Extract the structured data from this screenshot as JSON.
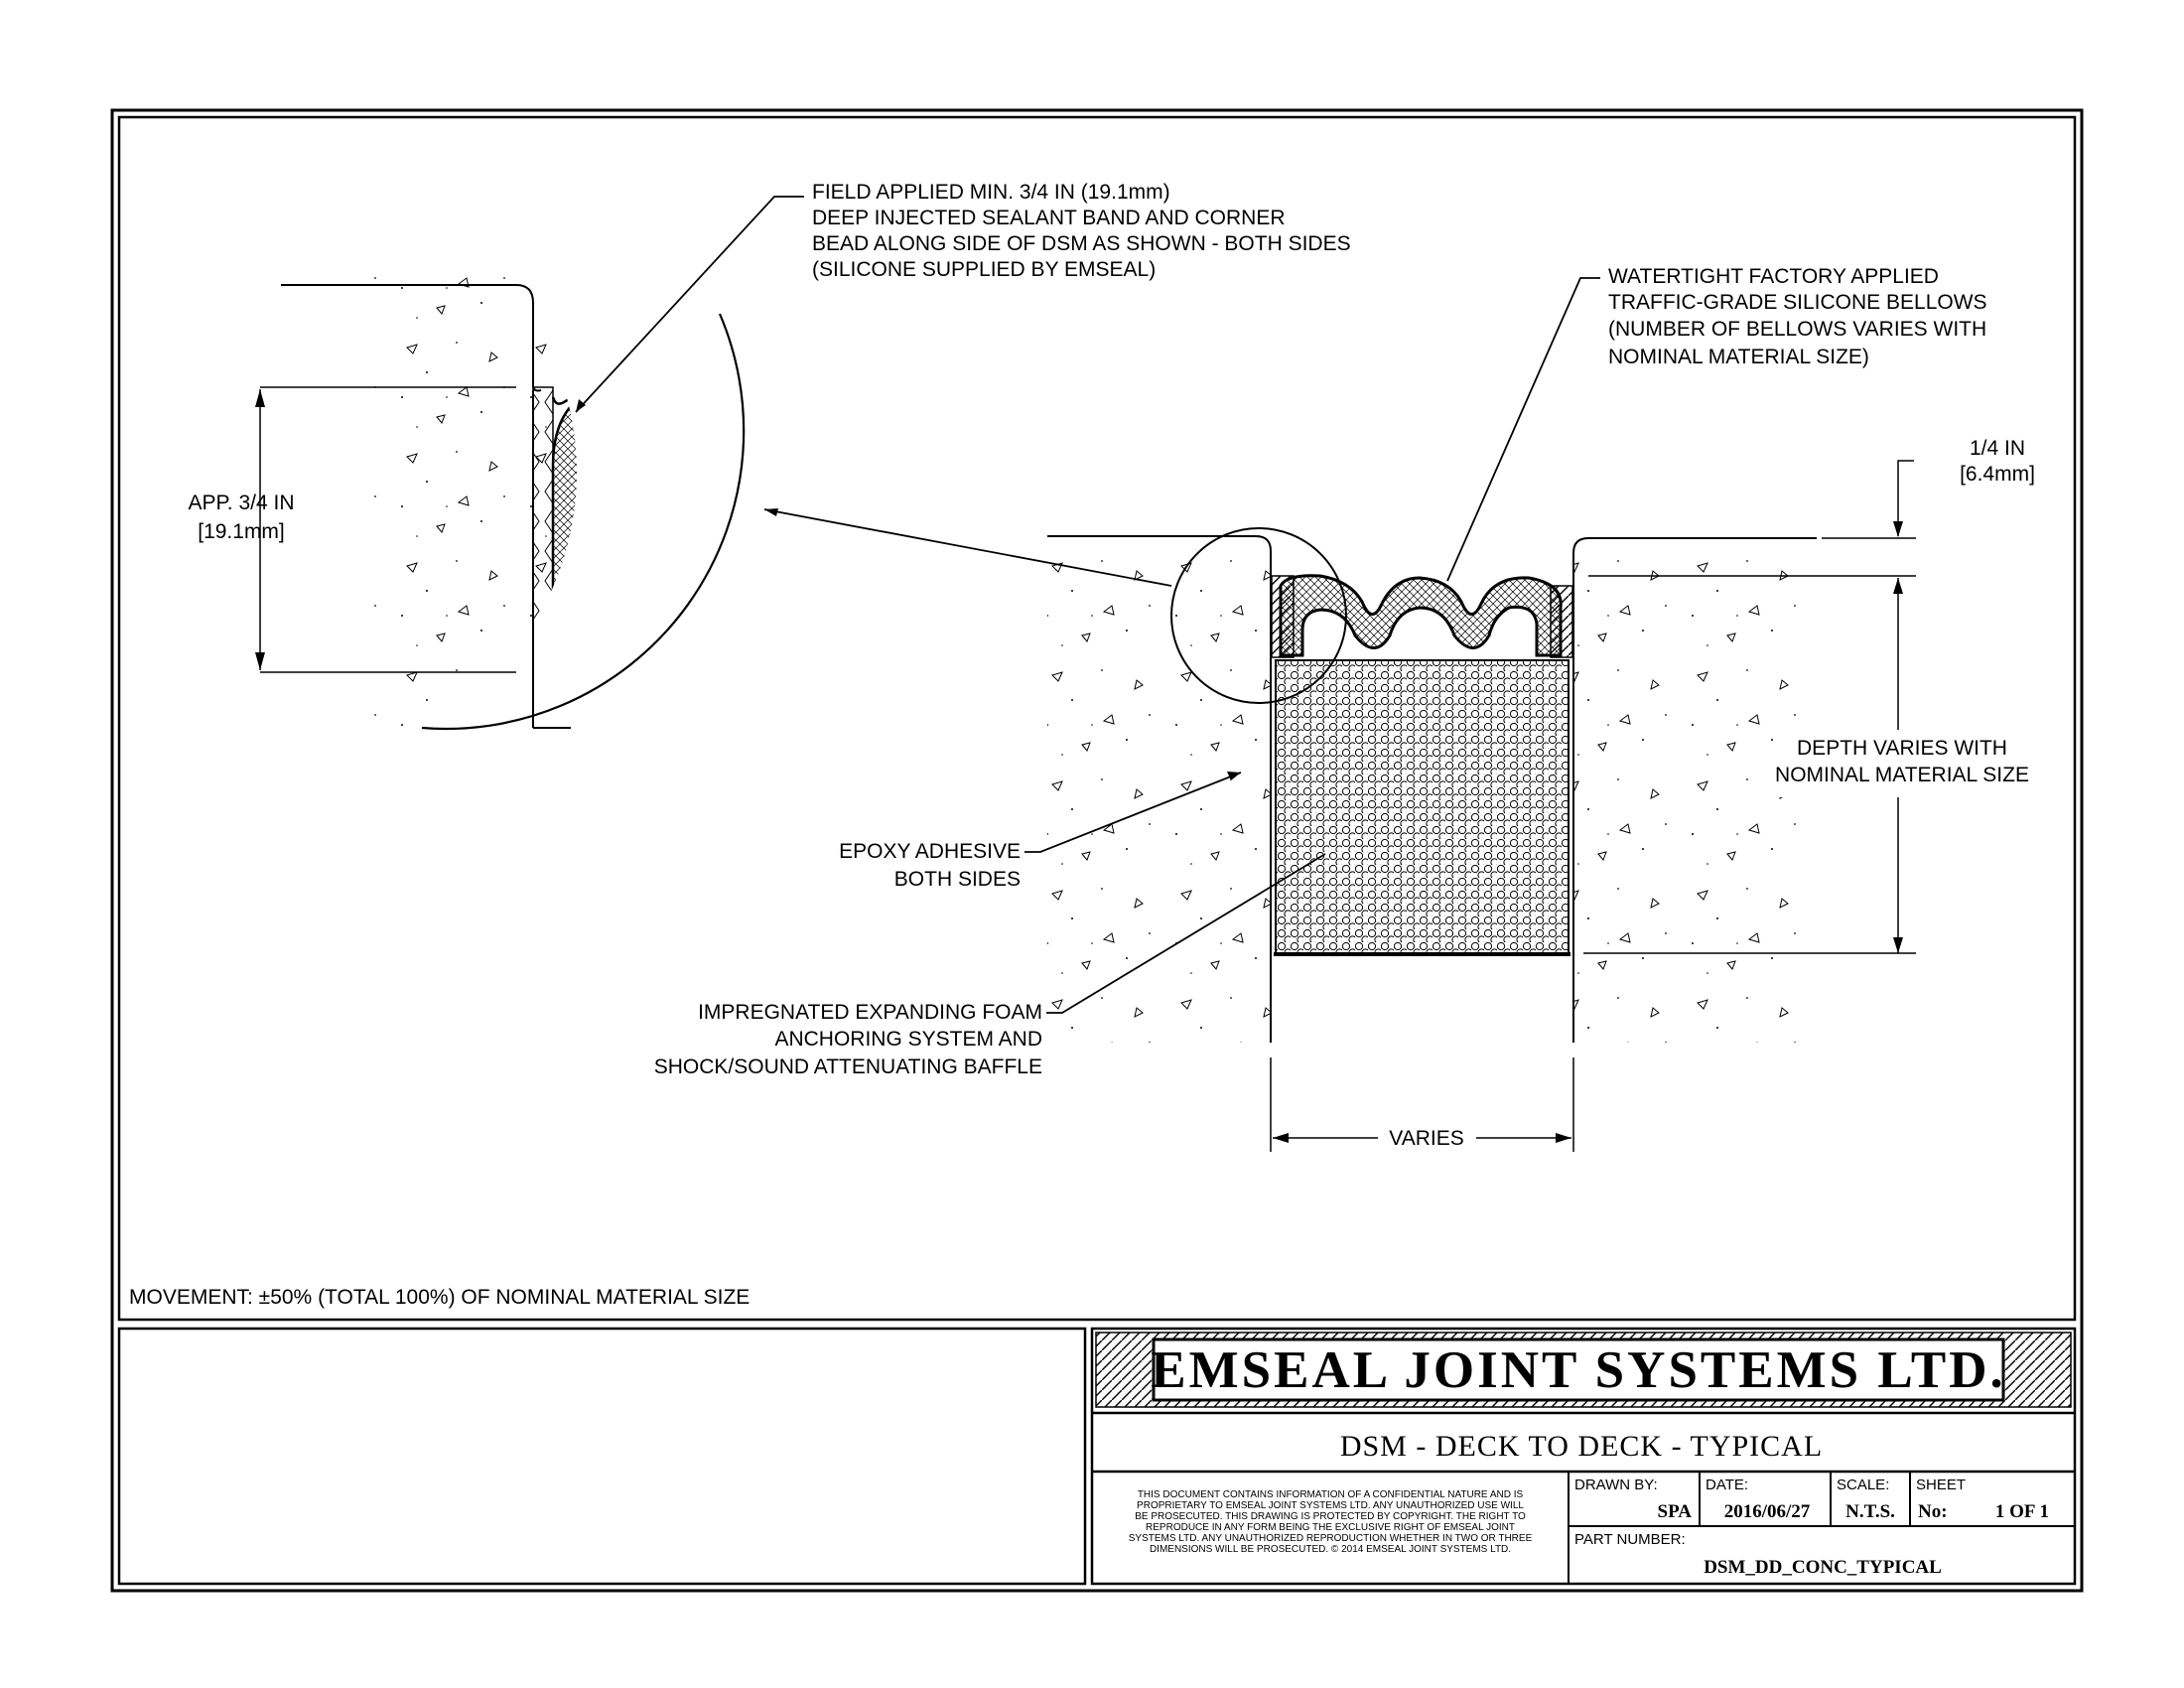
{
  "drawing": {
    "callouts": {
      "sealant_band": [
        "FIELD APPLIED MIN. 3/4 IN (19.1mm)",
        "DEEP INJECTED SEALANT BAND AND CORNER",
        "BEAD ALONG SIDE OF DSM AS SHOWN - BOTH SIDES",
        "(SILICONE SUPPLIED BY EMSEAL)"
      ],
      "bellows": [
        "WATERTIGHT FACTORY APPLIED",
        "TRAFFIC-GRADE SILICONE BELLOWS",
        "(NUMBER OF BELLOWS VARIES WITH",
        "NOMINAL MATERIAL SIZE)"
      ],
      "epoxy": [
        "EPOXY ADHESIVE",
        "BOTH SIDES"
      ],
      "foam": [
        "IMPREGNATED EXPANDING FOAM",
        "ANCHORING SYSTEM AND",
        "SHOCK/SOUND ATTENUATING BAFFLE"
      ],
      "depth": [
        "DEPTH VARIES WITH",
        "NOMINAL MATERIAL SIZE"
      ]
    },
    "dimensions": {
      "detail_depth": [
        "APP. 3/4 IN",
        "[19.1mm]"
      ],
      "recess": [
        "1/4 IN",
        "[6.4mm]"
      ],
      "width": "VARIES"
    },
    "movement_note": "MOVEMENT: ±50% (TOTAL 100%) OF NOMINAL MATERIAL SIZE"
  },
  "title_block": {
    "company": "EMSEAL JOINT SYSTEMS LTD.",
    "drawing_title": "DSM - DECK TO DECK - TYPICAL",
    "disclaimer": [
      "THIS DOCUMENT CONTAINS INFORMATION OF A CONFIDENTIAL NATURE AND IS",
      "PROPRIETARY TO EMSEAL JOINT SYSTEMS LTD. ANY UNAUTHORIZED USE WILL",
      "BE PROSECUTED. THIS DRAWING IS PROTECTED BY COPYRIGHT. THE RIGHT TO",
      "REPRODUCE IN ANY FORM BEING THE EXCLUSIVE RIGHT OF EMSEAL JOINT",
      "SYSTEMS LTD. ANY UNAUTHORIZED REPRODUCTION WHETHER IN TWO OR THREE",
      "DIMENSIONS WILL BE PROSECUTED. © 2014 EMSEAL JOINT SYSTEMS LTD."
    ],
    "drawn_by_label": "DRAWN BY:",
    "drawn_by": "SPA",
    "date_label": "DATE:",
    "date": "2016/06/27",
    "scale_label": "SCALE:",
    "scale": "N.T.S.",
    "sheet_label": "SHEET",
    "sheet_no_label": "No:",
    "sheet": "1 OF 1",
    "part_number_label": "PART NUMBER:",
    "part_number": "DSM_DD_CONC_TYPICAL"
  }
}
